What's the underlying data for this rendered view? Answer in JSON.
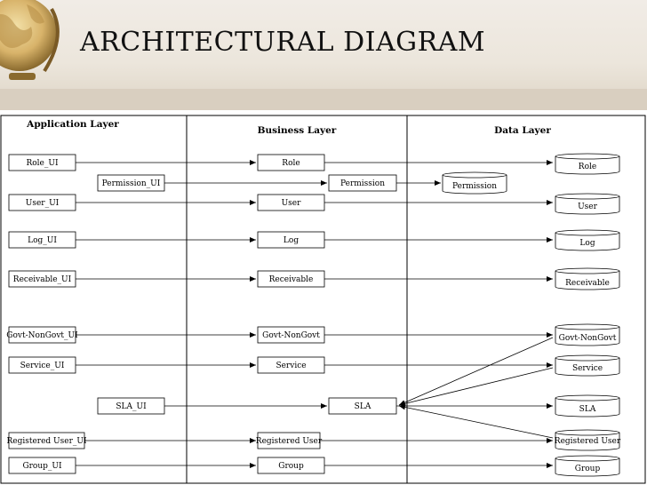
{
  "title": "ARCHITECTURAL DIAGRAM",
  "layers": {
    "application": "Application Layer",
    "business": "Business Layer",
    "data": "Data Layer"
  },
  "app_boxes": {
    "role": "Role_UI",
    "permission": "Permission_UI",
    "user": "User_UI",
    "log": "Log_UI",
    "receivable": "Receivable_UI",
    "govt": "Govt-NonGovt_UI",
    "service": "Service_UI",
    "sla": "SLA_UI",
    "registered": "Registered User_UI",
    "group": "Group_UI"
  },
  "business_boxes": {
    "role": "Role",
    "permission": "Permission",
    "user": "User",
    "log": "Log",
    "receivable": "Receivable",
    "govt": "Govt-NonGovt",
    "service": "Service",
    "sla": "SLA",
    "registered": "Registered User",
    "group": "Group"
  },
  "data_stores": {
    "role": "Role",
    "permission": "Permission",
    "user": "User",
    "log": "Log",
    "receivable": "Receivable",
    "govt": "Govt-NonGovt",
    "service": "Service",
    "sla": "SLA",
    "registered": "Registered User",
    "group": "Group"
  }
}
